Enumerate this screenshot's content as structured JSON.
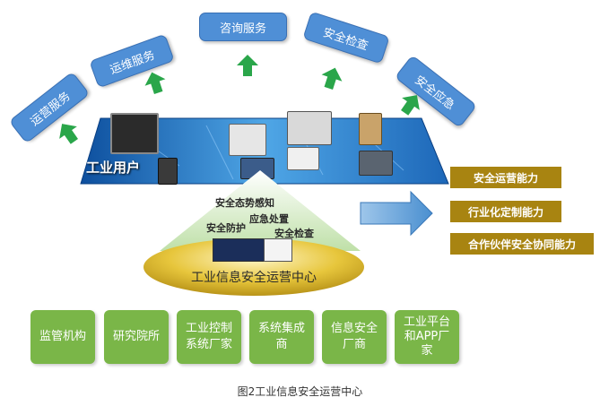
{
  "services": [
    "运营服务",
    "运维服务",
    "咨询服务",
    "安全检查",
    "安全应急"
  ],
  "platform_label": "工业用户",
  "triangle_labels": [
    "安全态势感知",
    "应急处置",
    "安全防护",
    "安全检查"
  ],
  "center_label": "工业信息安全运营中心",
  "capabilities": [
    "安全运营能力",
    "行业化定制能力",
    "合作伙伴安全协同能力"
  ],
  "partners": [
    "监管机构",
    "研究院所",
    "工业控制\n系统厂家",
    "系统集成\n商",
    "信息安全\n厂商",
    "工业平台\n和APP厂\n家"
  ],
  "caption": "图2工业信息安全运营中心",
  "colors": {
    "service_blue": "#4f8fd6",
    "arrow_green": "#2aa64a",
    "capability_gold": "#a88411",
    "partner_green": "#7ab648",
    "ellipse_gold": "#e7c63c"
  }
}
